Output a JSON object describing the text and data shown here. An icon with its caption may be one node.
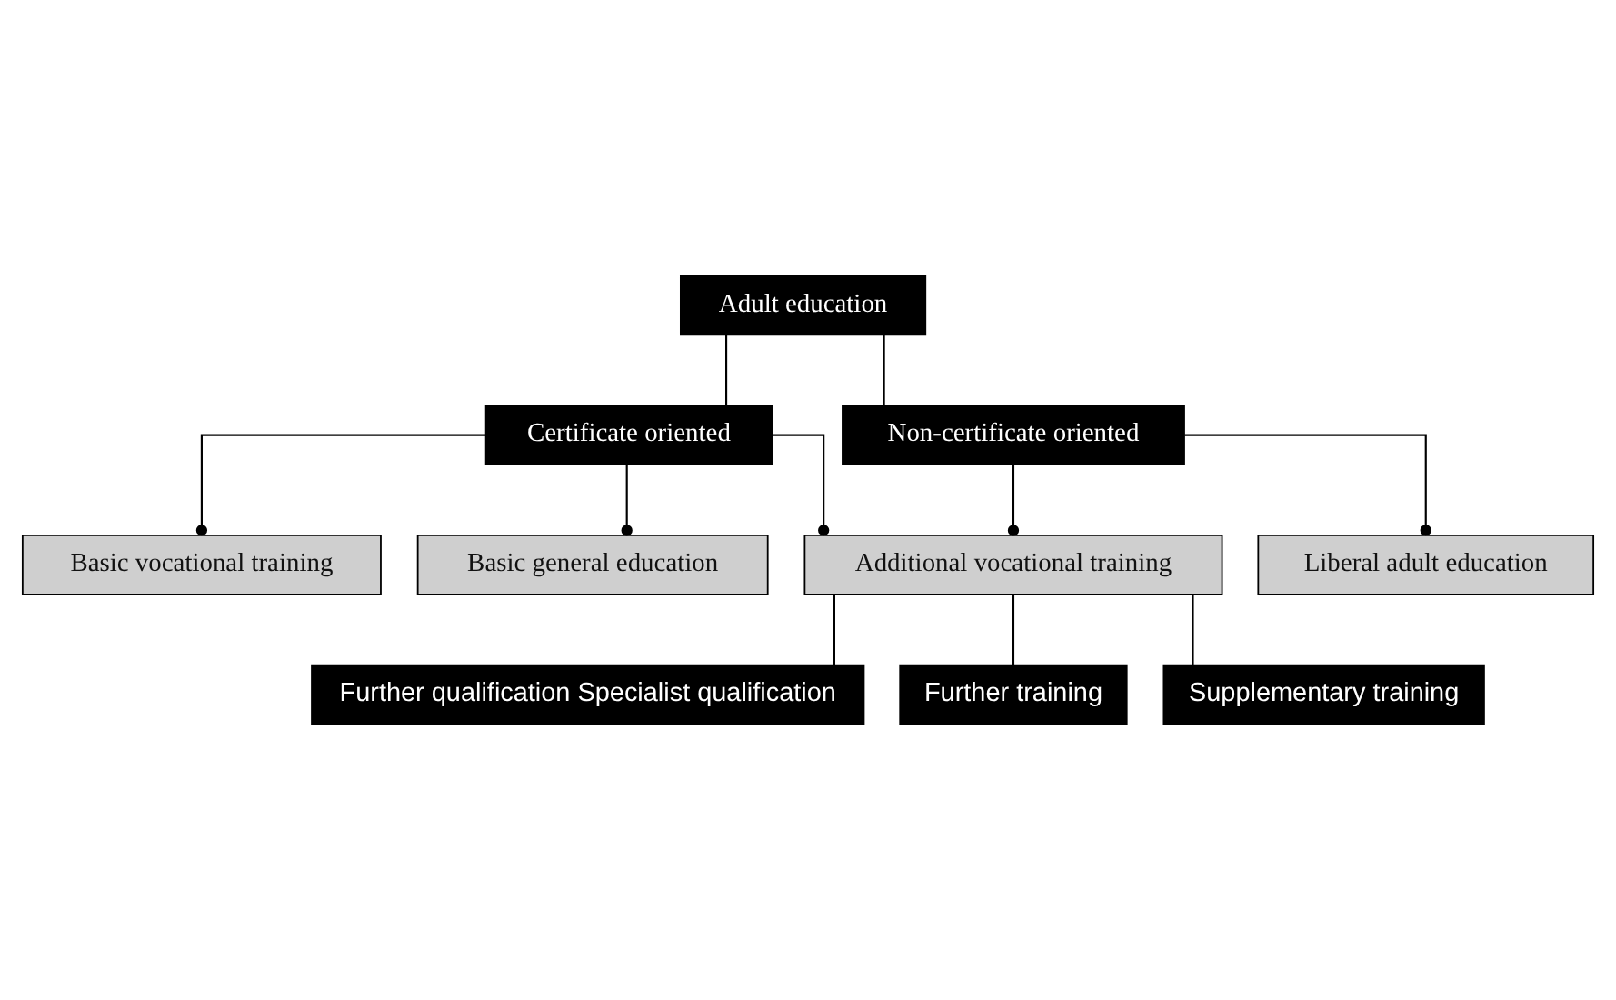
{
  "diagram": {
    "nodes": [
      {
        "text": [
          "Adult education"
        ]
      },
      {
        "text": [
          "Certificate oriented"
        ]
      },
      {
        "text": [
          "Non-certificate oriented"
        ]
      },
      {
        "text": [
          "Basic vocational training"
        ]
      },
      {
        "text": [
          "Basic general education"
        ]
      },
      {
        "text": [
          "Additional vocational training"
        ]
      },
      {
        "text": [
          "Liberal adult education"
        ]
      },
      {
        "text": [
          "Further qualification Specialist qualification"
        ]
      },
      {
        "text": [
          "Further training"
        ]
      },
      {
        "text": [
          "Supplementary training"
        ]
      }
    ],
    "edges": [
      {
        "from": 0,
        "to": 1,
        "arrow": "none"
      },
      {
        "from": 0,
        "to": 2,
        "arrow": "none"
      },
      {
        "from": 1,
        "to": 3,
        "arrow": "other"
      },
      {
        "from": 1,
        "to": 4,
        "arrow": "other"
      },
      {
        "from": 1,
        "to": 5,
        "arrow": "other"
      },
      {
        "from": 2,
        "to": 5,
        "arrow": "other"
      },
      {
        "from": 2,
        "to": 6,
        "arrow": "other"
      },
      {
        "from": 5,
        "to": 7,
        "arrow": "none"
      },
      {
        "from": 5,
        "to": 8,
        "arrow": "none"
      },
      {
        "from": 5,
        "to": 9,
        "arrow": "none"
      }
    ]
  }
}
